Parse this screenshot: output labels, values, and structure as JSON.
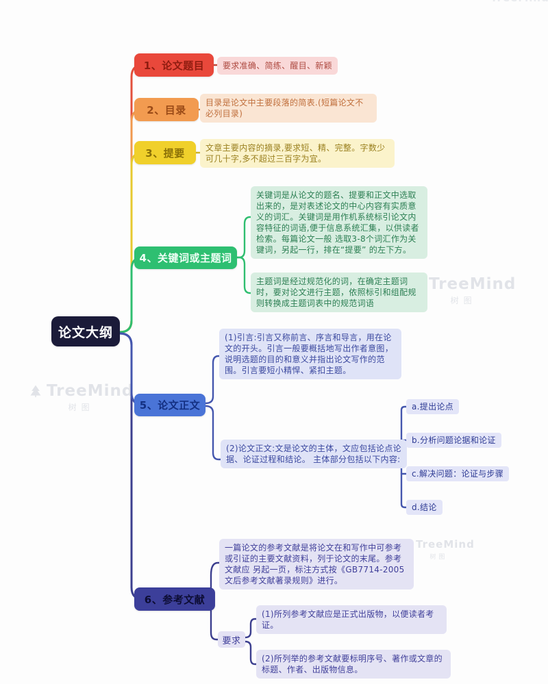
{
  "root": {
    "label": "论文大纲"
  },
  "branches": [
    {
      "label": "1、论文题目",
      "color": "#e9483b",
      "details": [
        "要求准确、简练、醒目、新颖"
      ]
    },
    {
      "label": "2、目录",
      "color": "#f29b50",
      "details": [
        "目录是论文中主要段落的简表.(短篇论文不必列目录)"
      ]
    },
    {
      "label": "3、提要",
      "color": "#f0d02b",
      "details": [
        "文章主要内容的摘录,要求短、精、完整。字数少可几十字,多不超过三百字为宜。"
      ]
    },
    {
      "label": "4、关键词或主题词",
      "color": "#2ebf71",
      "details": [
        "关键词是从论文的题名、提要和正文中选取出来的，是对表述论文的中心内容有实质意义的词汇。关键词是用作机系统标引论文内容特征的词语,便于信息系统汇集，以供读者检索。每篇论文一般 选取3-8个词汇作为关键词，另起一行，排在“提要” 的左下方。",
        "主题词是经过规范化的词，在确定主题词时，要对论文进行主题，依照标引和组配规则转换成主题词表中的规范词语"
      ]
    },
    {
      "label": "5、论文正文",
      "color": "#4a74d7",
      "details": [
        "(1)引言:引言又称前言、序言和导言，用在论文的开头。引言一般要概括地写出作者意图，说明选题的目的和意义并指出论文写作的范围。引言要短小精悍、紧扣主题。",
        "(2)论文正文:文是论文的主体，文应包括论点论据、论证过程和结论。 主体部分包括以下内容:"
      ],
      "subitems": [
        "a.提出论点",
        "b.分析问题论据和论证",
        "c.解决问题：论证与步骤",
        "d.结论"
      ]
    },
    {
      "label": "6、参考文献",
      "color": "#3c3f9a",
      "details": [
        "一篇论文的参考文献是将论文在和写作中可参考或引证的主要文献资料，列于论文的末尾。参考文献应 另起一页，标注方式按《GB7714-2005文后参考文献著录规则》进行。"
      ],
      "requirement": {
        "label": "要求",
        "items": [
          "(1)所列参考文献应是正式出版物，以便读者考证。",
          "(2)所列举的参考文献要标明序号、著作或文章的标题、作者、出版物信息。"
        ]
      }
    }
  ],
  "watermark": {
    "brand": "TreeMind",
    "brand_cn": "树图"
  },
  "colors": {
    "background": "#fdfdfd",
    "root_bg": "#1b1b39",
    "branch_colors": [
      "#e9483b",
      "#f29b50",
      "#f0d02b",
      "#2ebf71",
      "#4a74d7",
      "#3c3f9a"
    ]
  }
}
